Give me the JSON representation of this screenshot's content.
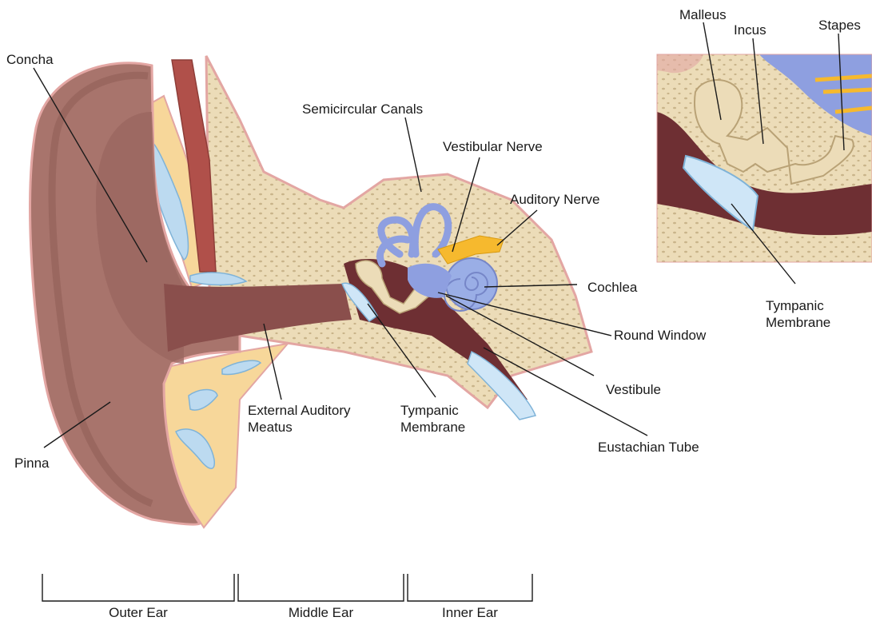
{
  "labels": {
    "concha": "Concha",
    "pinna": "Pinna",
    "external_auditory_meatus": [
      "External Auditory",
      "Meatus"
    ],
    "semicircular_canals": "Semicircular Canals",
    "vestibular_nerve": "Vestibular Nerve",
    "auditory_nerve": "Auditory Nerve",
    "cochlea": "Cochlea",
    "round_window": "Round Window",
    "vestibule": "Vestibule",
    "eustachian_tube": "Eustachian Tube",
    "tympanic_membrane": [
      "Tympanic",
      "Membrane"
    ],
    "inset_malleus": "Malleus",
    "inset_incus": "Incus",
    "inset_stapes": "Stapes",
    "inset_tympanic_membrane": [
      "Tympanic",
      "Membrane"
    ]
  },
  "regions": {
    "outer": "Outer Ear",
    "middle": "Middle Ear",
    "inner": "Inner Ear"
  },
  "colors": {
    "skin": "#a8746c",
    "skin_dark": "#8e5c55",
    "skin_edge": "#e3a6a3",
    "canal": "#8a4f4c",
    "bone": "#ecdcb8",
    "bone_dot": "#c9b48a",
    "fat": "#f7d79a",
    "cartilage_blue": "#bcdaf0",
    "labyrinth": "#8e9fe0",
    "nerve": "#f6b92e",
    "membrane": "#cfe6f7",
    "cavity": "#6e2f33"
  }
}
